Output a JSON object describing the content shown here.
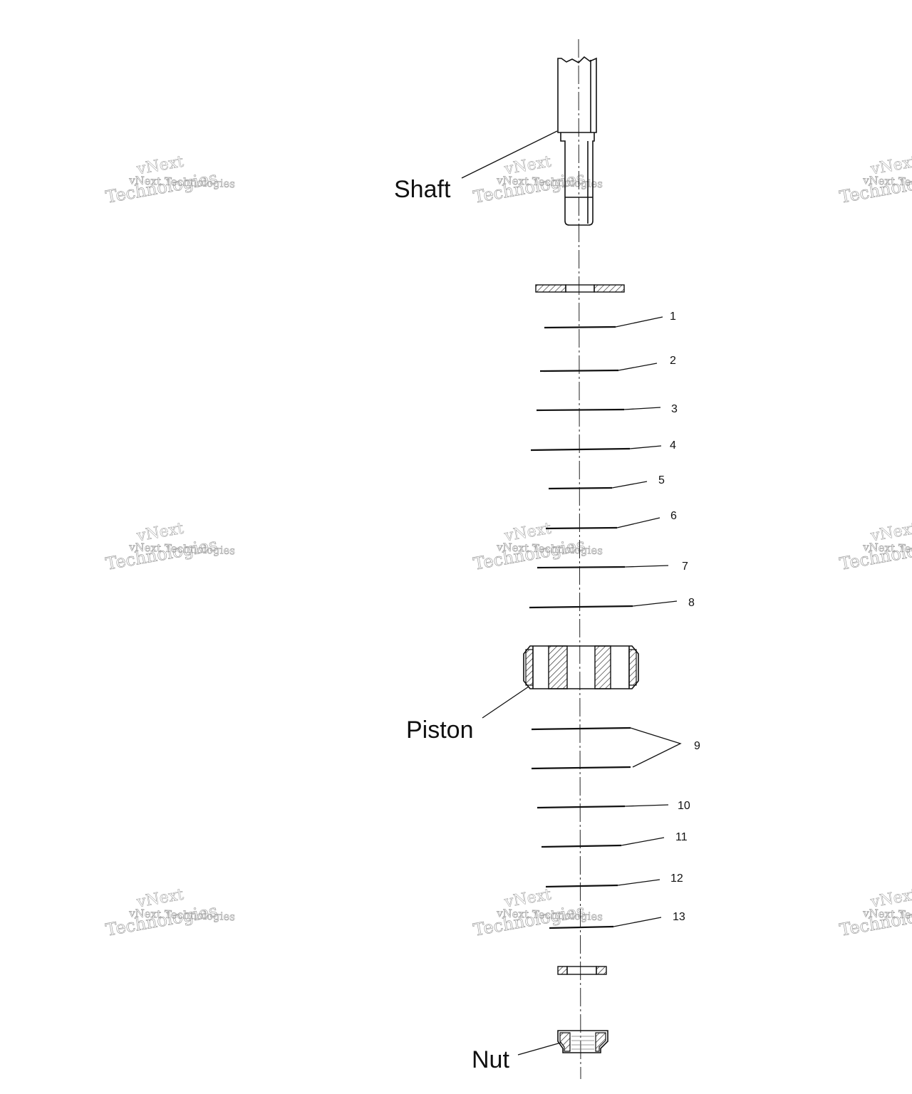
{
  "labels": {
    "shaft": "Shaft",
    "piston": "Piston",
    "nut": "Nut"
  },
  "callouts": [
    "1",
    "2",
    "3",
    "4",
    "5",
    "6",
    "7",
    "8",
    "9",
    "10",
    "11",
    "12",
    "13"
  ],
  "watermark": {
    "line1": "vNext",
    "line2": "vNext Technologies",
    "line3": "Technologies"
  }
}
